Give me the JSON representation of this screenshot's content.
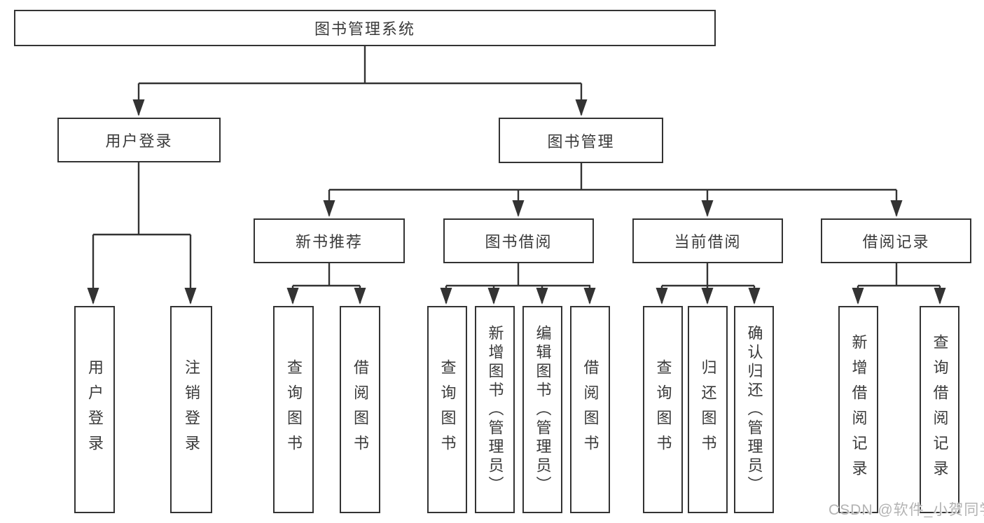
{
  "diagram": {
    "root": "图书管理系统",
    "level2": {
      "user_login": "用户登录",
      "book_mgmt": "图书管理"
    },
    "level3": {
      "new_book_rec": "新书推荐",
      "book_borrow": "图书借阅",
      "current_borrow": "当前借阅",
      "borrow_record": "借阅记录"
    },
    "leaves": {
      "user_login": "用户登录",
      "logout": "注销登录",
      "rec_query": "查询图书",
      "rec_borrow": "借阅图书",
      "bb_query": "查询图书",
      "bb_add": "新增图书（管理员）",
      "bb_edit": "编辑图书（管理员）",
      "bb_borrow": "借阅图书",
      "cb_query": "查询图书",
      "cb_return": "归还图书",
      "cb_confirm": "确认归还（管理员）",
      "br_add": "新增借阅记录",
      "br_query": "查询借阅记录"
    }
  },
  "watermark": {
    "text": "CSDN @软件_小贺同学"
  },
  "colors": {
    "line": "#333333",
    "text": "#3a3a3a",
    "background": "#ffffff",
    "watermark": "#b3b3b3"
  }
}
